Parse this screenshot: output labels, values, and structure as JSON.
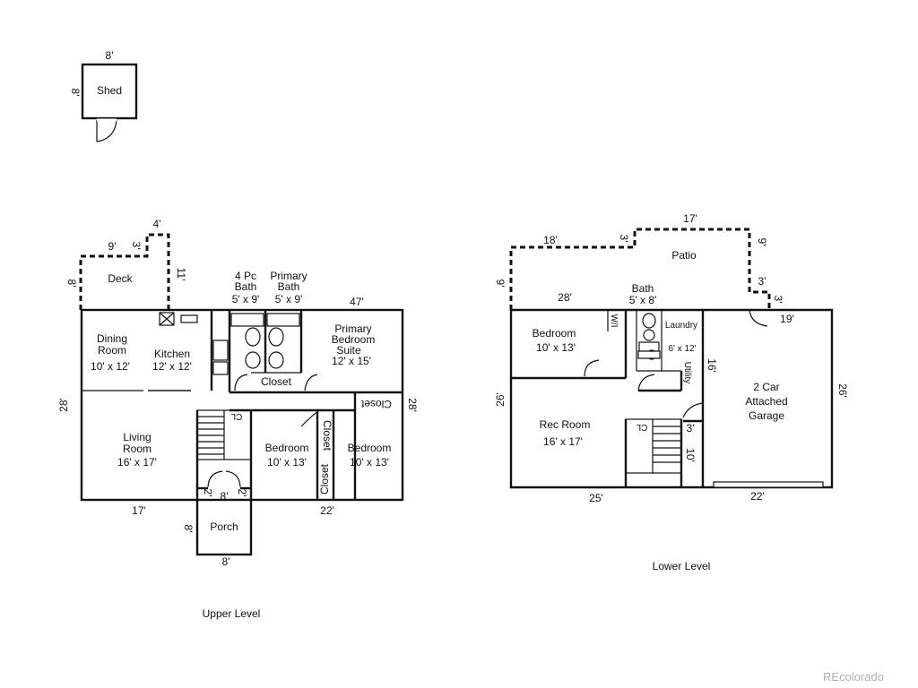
{
  "shed": {
    "label": "Shed",
    "width": "8'",
    "depth": "8'"
  },
  "upper": {
    "caption": "Upper Level",
    "deck": {
      "label": "Deck",
      "d_top": "9'",
      "d_notch": "3'",
      "d_top2": "4'",
      "d_side": "11'",
      "d_left": "8'"
    },
    "dining": {
      "name": "Dining\nRoom",
      "size": "10' x 12'"
    },
    "kitchen": {
      "name": "Kitchen",
      "size": "12' x 12'"
    },
    "bath4": {
      "name": "4 Pc\nBath",
      "size": "5' x 9'"
    },
    "primary_bath": {
      "name": "Primary\nBath",
      "size": "5' x 9'"
    },
    "primary_suite": {
      "name": "Primary\nBedroom\nSuite",
      "size": "12' x 15'"
    },
    "closet_center": "Closet",
    "closet_right": "Closet",
    "closet_vert_a": "Closet",
    "closet_vert_b": "Closet",
    "stairs_cl": "CL",
    "living": {
      "name": "Living\nRoom",
      "size": "16' x 17'"
    },
    "bedroom_a": {
      "name": "Bedroom",
      "size": "10' x 13'"
    },
    "bedroom_b": {
      "name": "Bedroom",
      "size": "10' x 13'"
    },
    "porch": {
      "label": "Porch",
      "width": "8'",
      "depth": "8'",
      "d_top": "8'",
      "d_side_a": "2'",
      "d_side_b": "2'"
    },
    "dims": {
      "top": "47'",
      "left": "28'",
      "right": "28'",
      "bottom_left": "17'",
      "bottom_right": "22'"
    }
  },
  "lower": {
    "caption": "Lower Level",
    "patio": {
      "label": "Patio",
      "d_top": "17'",
      "d_top_left": "18'",
      "d_notch_a": "3'",
      "d_right": "9'",
      "d_step": "3'",
      "d_step2": "3'",
      "d_left": "9'",
      "d_bottom": "28'"
    },
    "bath": {
      "name": "Bath",
      "size": "5' x 8'"
    },
    "wi": "W/I",
    "laundry": "Laundry",
    "laundry_size": "6' x 12'",
    "utility": "Utility",
    "bedroom": {
      "name": "Bedroom",
      "size": "10' x 13'"
    },
    "rec": {
      "name": "Rec Room",
      "size": "16' x 17'"
    },
    "stairs_cl": "CL",
    "garage": {
      "name": "2 Car\nAttached\nGarage"
    },
    "dims": {
      "left": "26'",
      "right": "26'",
      "bottom_left": "25'",
      "bottom_right": "22'",
      "garage_top": "19'",
      "hall_16": "16'",
      "hall_3": "3'",
      "hall_10": "10'"
    }
  },
  "watermark": "REcolorado"
}
